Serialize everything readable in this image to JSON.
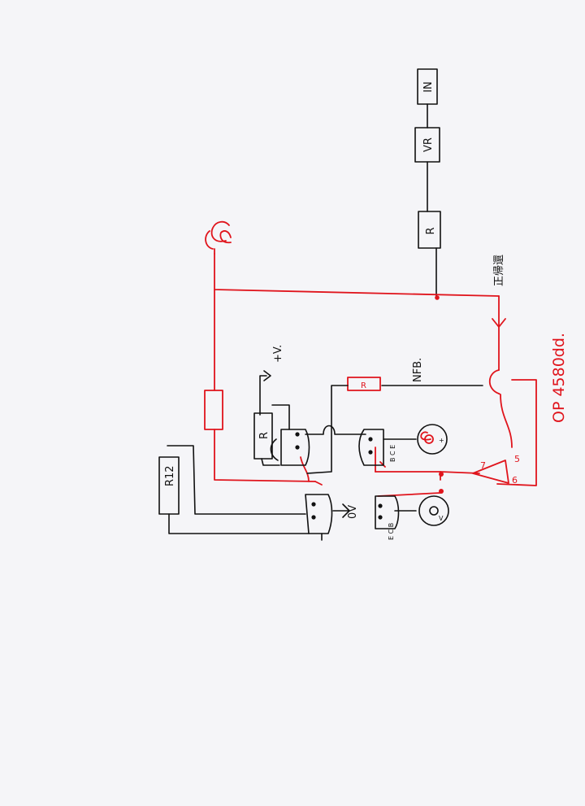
{
  "labels": {
    "r_top": "R",
    "vr": "VR",
    "in": "IN",
    "positive_feedback": "正帰還",
    "nfb": "NFB.",
    "r_nfb": "R",
    "vplus": "+V.",
    "r_mid": "R",
    "r12": "R12",
    "ov": "0V",
    "opamp_part": "OP 4580dd.",
    "pin7": "7",
    "pin5": "5",
    "pin6": "6",
    "ecb_upper": "B C E",
    "ecb_lower": "E C B"
  },
  "colors": {
    "ink": "#111111",
    "red_ink": "#e0141c",
    "paper": "#f5f5f8"
  }
}
